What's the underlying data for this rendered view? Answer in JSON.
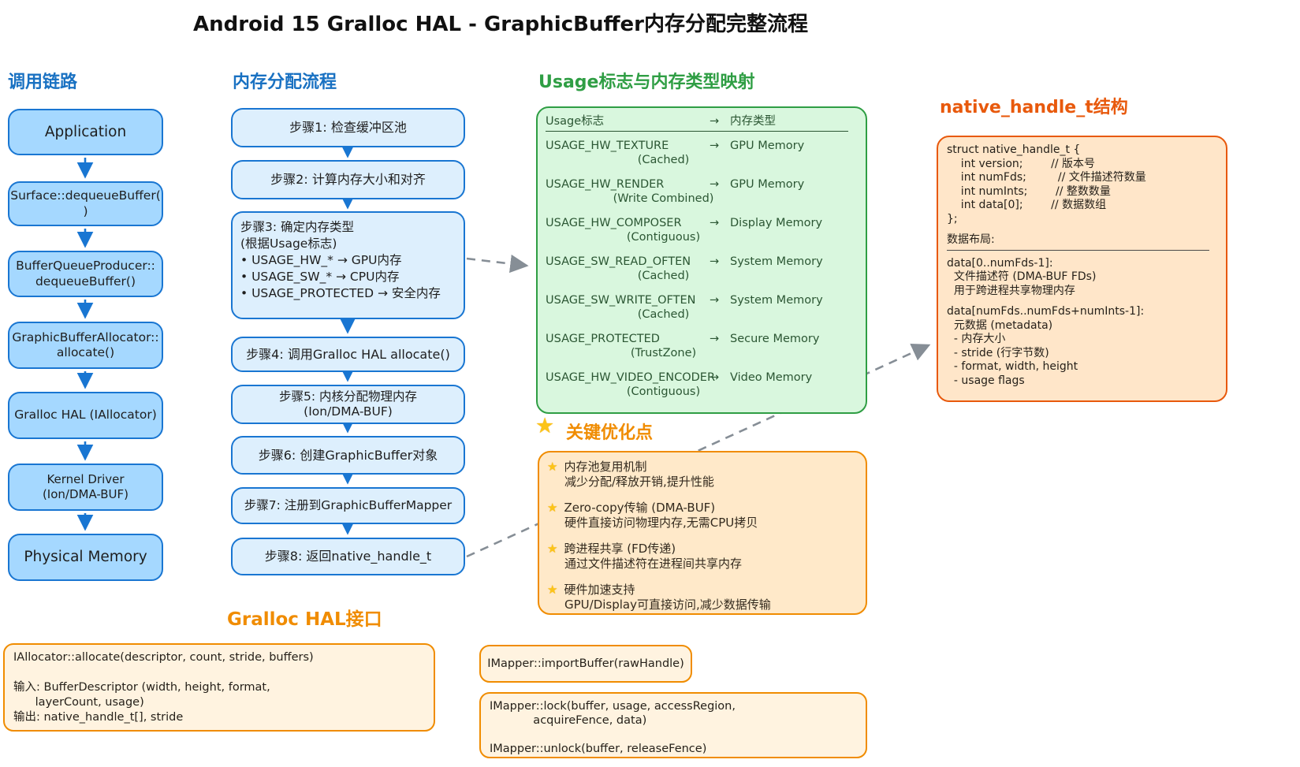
{
  "title": "Android 15 Gralloc HAL - GraphicBuffer内存分配完整流程",
  "star_glyph": "★",
  "arrow_glyph": "→",
  "colors": {
    "blue": "#1971c2",
    "blue_fill_dark": "#a5d8ff",
    "blue_fill_light": "#ddeffd",
    "green": "#2f9e44",
    "green_fill": "#d9f7de",
    "orange": "#f08c00",
    "orange_fill": "#ffe9c9",
    "red_orange": "#e8590c",
    "peach_fill": "#ffe6c9",
    "cream_fill": "#fff3e0",
    "star_gold": "#fcc419",
    "dashed_gray": "#868e96"
  },
  "call_chain": {
    "header": "调用链路",
    "nodes": [
      {
        "label": "Application"
      },
      {
        "label": "Surface::dequeueBuffer(\n)"
      },
      {
        "label": "BufferQueueProducer::\ndequeueBuffer()"
      },
      {
        "label": "GraphicBufferAllocator::\nallocate()"
      },
      {
        "label": "Gralloc HAL (IAllocator)"
      },
      {
        "label": "Kernel Driver\n(Ion/DMA-BUF)"
      },
      {
        "label": "Physical Memory"
      }
    ]
  },
  "alloc_flow": {
    "header": "内存分配流程",
    "steps": [
      {
        "label": "步骤1: 检查缓冲区池"
      },
      {
        "label": "步骤2: 计算内存大小和对齐"
      },
      {
        "label": "步骤3: 确定内存类型\n(根据Usage标志)\n• USAGE_HW_* → GPU内存\n• USAGE_SW_* → CPU内存\n• USAGE_PROTECTED → 安全内存"
      },
      {
        "label": "步骤4: 调用Gralloc HAL allocate()"
      },
      {
        "label": "步骤5: 内核分配物理内存\n(Ion/DMA-BUF)"
      },
      {
        "label": "步骤6: 创建GraphicBuffer对象"
      },
      {
        "label": "步骤7: 注册到GraphicBufferMapper"
      },
      {
        "label": "步骤8: 返回native_handle_t"
      }
    ]
  },
  "usage_map": {
    "header": "Usage标志与内存类型映射",
    "col_flag": "Usage标志",
    "col_type": "内存类型",
    "rows": [
      {
        "flag": "USAGE_HW_TEXTURE",
        "type": "GPU Memory",
        "qualifier": "(Cached)"
      },
      {
        "flag": "USAGE_HW_RENDER",
        "type": "GPU Memory",
        "qualifier": "(Write Combined)"
      },
      {
        "flag": "USAGE_HW_COMPOSER",
        "type": "Display Memory",
        "qualifier": "(Contiguous)"
      },
      {
        "flag": "USAGE_SW_READ_OFTEN",
        "type": "System Memory",
        "qualifier": "(Cached)"
      },
      {
        "flag": "USAGE_SW_WRITE_OFTEN",
        "type": "System Memory",
        "qualifier": "(Cached)"
      },
      {
        "flag": "USAGE_PROTECTED",
        "type": "Secure Memory",
        "qualifier": "(TrustZone)"
      },
      {
        "flag": "USAGE_HW_VIDEO_ENCODER",
        "type": "Video Memory",
        "qualifier": "(Contiguous)"
      }
    ]
  },
  "optimizations": {
    "header": "关键优化点",
    "items": [
      {
        "title": "内存池复用机制",
        "desc": "减少分配/释放开销,提升性能"
      },
      {
        "title": "Zero-copy传输 (DMA-BUF)",
        "desc": "硬件直接访问物理内存,无需CPU拷贝"
      },
      {
        "title": "跨进程共享 (FD传递)",
        "desc": "通过文件描述符在进程间共享内存"
      },
      {
        "title": "硬件加速支持",
        "desc": "GPU/Display可直接访问,减少数据传输"
      }
    ]
  },
  "native_handle": {
    "header": "native_handle_t结构",
    "struct_code": "struct native_handle_t {\n    int version;        // 版本号\n    int numFds;         // 文件描述符数量\n    int numInts;        // 整数数量\n    int data[0];        // 数据数组\n};",
    "layout_title": "数据布局:",
    "fd_block": "data[0..numFds-1]:\n  文件描述符 (DMA-BUF FDs)\n  用于跨进程共享物理内存",
    "meta_block": "data[numFds..numFds+numInts-1]:\n  元数据 (metadata)\n  - 内存大小\n  - stride (行字节数)\n  - format, width, height\n  - usage flags"
  },
  "hal_interface": {
    "header": "Gralloc HAL接口",
    "allocator_box": "IAllocator::allocate(descriptor, count, stride, buffers)\n\n输入: BufferDescriptor (width, height, format,\n      layerCount, usage)\n输出: native_handle_t[], stride",
    "import_box": "IMapper::importBuffer(rawHandle)",
    "lock_box": "IMapper::lock(buffer, usage, accessRegion,\n            acquireFence, data)\n\nIMapper::unlock(buffer, releaseFence)"
  }
}
